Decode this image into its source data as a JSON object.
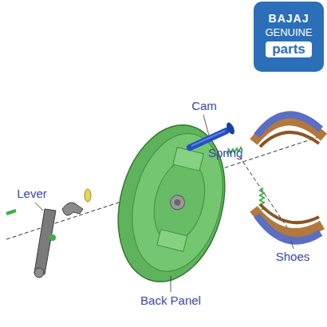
{
  "diagram": {
    "nodes": [
      {
        "text": [
          "BAJAJ",
          "GENUINE"
        ]
      },
      {
        "text": [
          "parts"
        ],
        "in": 0
      }
    ],
    "labels": [
      "Cam",
      "Spring",
      "Lever",
      "Shoes",
      "Back Panel"
    ]
  }
}
